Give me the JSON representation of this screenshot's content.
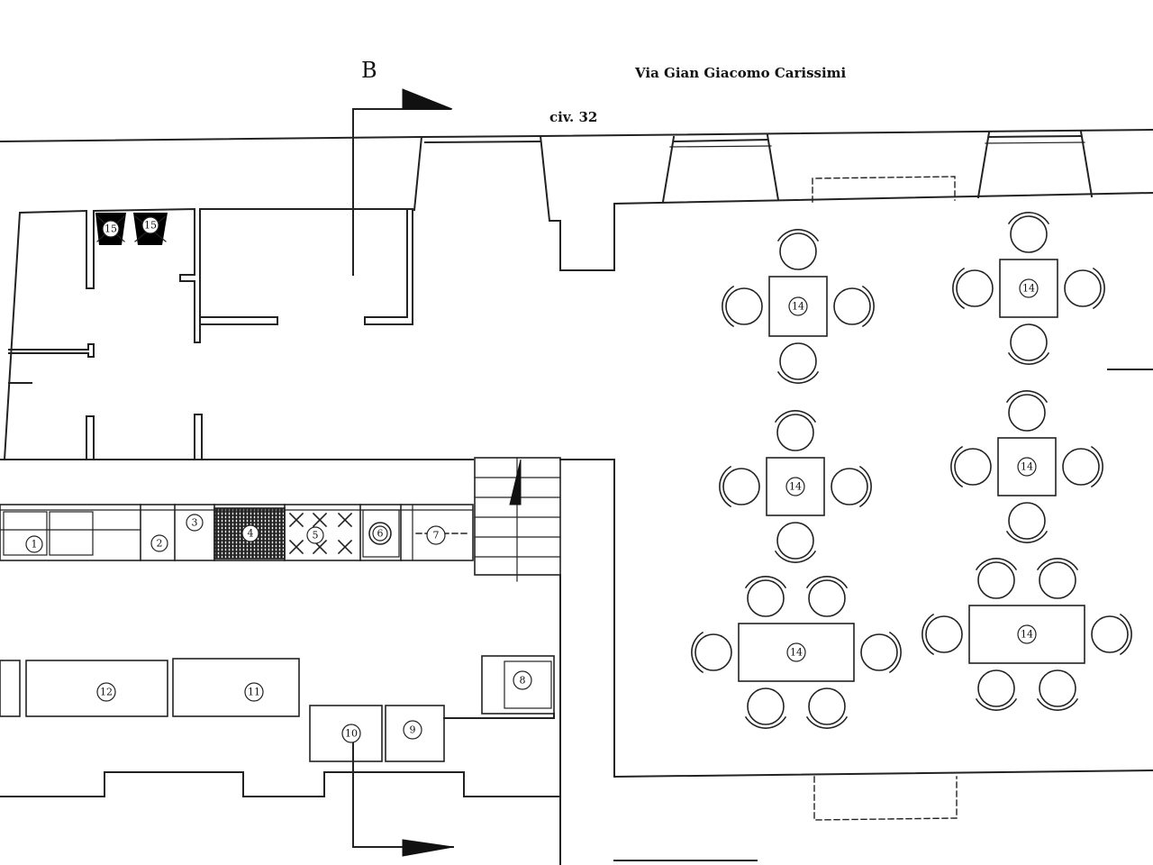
{
  "header": {
    "street_name": "Via Gian Giacomo Carissimi",
    "civic_number": "civ. 32",
    "section_marker": "B"
  },
  "kitchen_equipment": [
    {
      "id": "eq-1",
      "label": "1"
    },
    {
      "id": "eq-2",
      "label": "2"
    },
    {
      "id": "eq-3",
      "label": "3"
    },
    {
      "id": "eq-4",
      "label": "4"
    },
    {
      "id": "eq-5",
      "label": "5"
    },
    {
      "id": "eq-6",
      "label": "6"
    },
    {
      "id": "eq-7",
      "label": "7"
    },
    {
      "id": "eq-8",
      "label": "8"
    },
    {
      "id": "eq-9",
      "label": "9"
    },
    {
      "id": "eq-10",
      "label": "10"
    },
    {
      "id": "eq-11",
      "label": "11"
    },
    {
      "id": "eq-12",
      "label": "12"
    },
    {
      "id": "eq-15a",
      "label": "15"
    },
    {
      "id": "eq-15b",
      "label": "15"
    }
  ],
  "dining_tables": [
    {
      "id": "table-1",
      "label": "14",
      "seats": 4
    },
    {
      "id": "table-2",
      "label": "14",
      "seats": 4
    },
    {
      "id": "table-3",
      "label": "14",
      "seats": 4
    },
    {
      "id": "table-4",
      "label": "14",
      "seats": 4
    },
    {
      "id": "table-5",
      "label": "14",
      "seats": 6
    },
    {
      "id": "table-6",
      "label": "14",
      "seats": 6
    }
  ]
}
